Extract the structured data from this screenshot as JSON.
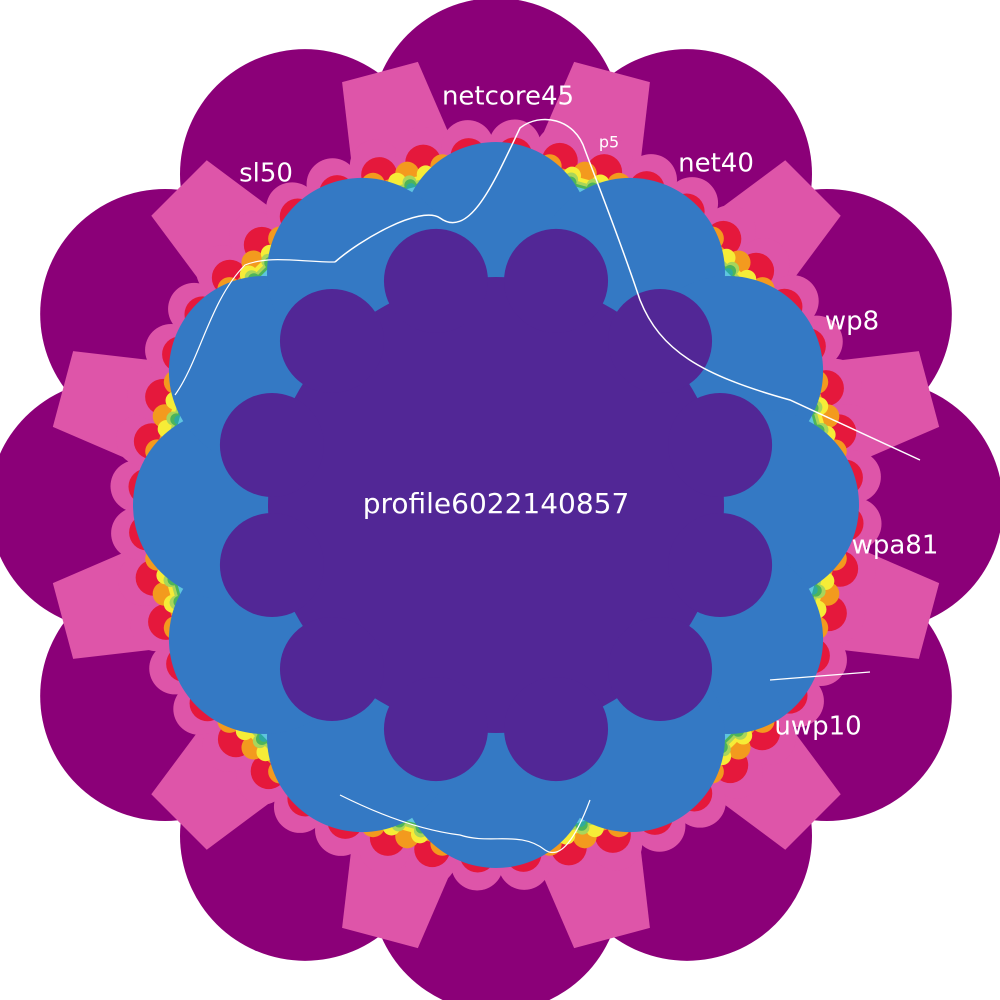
{
  "center_label": "profile6022140857",
  "outer_labels": [
    {
      "key": "netcore45",
      "text": "netcore45"
    },
    {
      "key": "net40",
      "text": "net40"
    },
    {
      "key": "wp8",
      "text": "wp8"
    },
    {
      "key": "wpa81",
      "text": "wpa81"
    },
    {
      "key": "uwp10",
      "text": "uwp10"
    },
    {
      "key": "sl50",
      "text": "sl50"
    }
  ],
  "small_labels": [
    {
      "key": "p5",
      "text": "p5"
    }
  ],
  "colors": {
    "lobe": "#8B0078",
    "pink": "#DE55A9",
    "red": "#E5183C",
    "orange": "#F39A1E",
    "yellow": "#F6EC37",
    "lightgreen": "#A9D55A",
    "green": "#4DB45A",
    "teal": "#2EAA9F",
    "lightblue": "#5EC4DF",
    "blue": "#3479C4",
    "core": "#522796",
    "highlight_outline": "#ffffff"
  }
}
